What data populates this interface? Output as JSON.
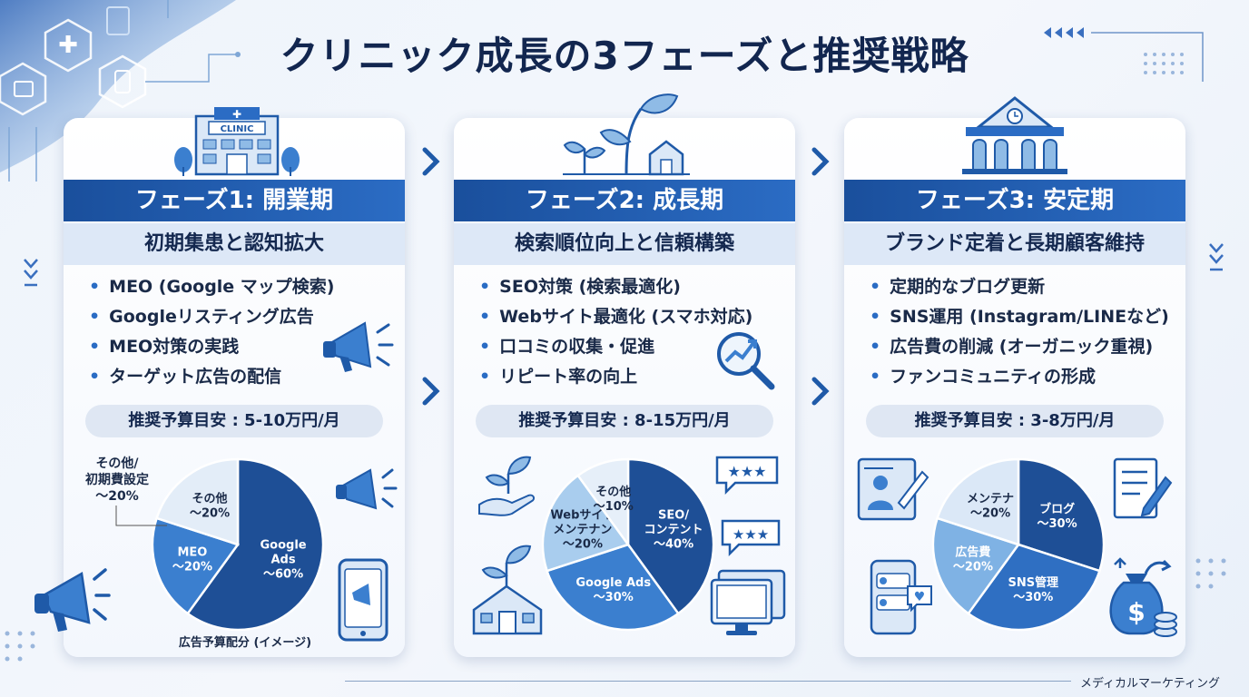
{
  "title": "クリニック成長の3フェーズと推奨戦略",
  "phases": [
    {
      "header": "フェーズ1: 開業期",
      "subtitle": "初期集患と認知拡大",
      "bullets": [
        "MEO (Google マップ検索)",
        "Googleリスティング広告",
        "MEO対策の実践",
        "ターゲット広告の配信"
      ],
      "budget": "推奨予算目安 : 5-10万円/月",
      "building_sign": "CLINIC"
    },
    {
      "header": "フェーズ2: 成長期",
      "subtitle": "検索順位向上と信頼構築",
      "bullets": [
        "SEO対策 (検索最適化)",
        "Webサイト最適化 (スマホ対応)",
        "口コミの収集・促進",
        "リピート率の向上"
      ],
      "budget": "推奨予算目安 : 8-15万円/月"
    },
    {
      "header": "フェーズ3: 安定期",
      "subtitle": "ブランド定着と長期顧客維持",
      "bullets": [
        "定期的なブログ更新",
        "SNS運用 (Instagram/LINEなど)",
        "広告費の削減 (オーガニック重視)",
        "ファンコミュニティの形成"
      ],
      "budget": "推奨予算目安 : 3-8万円/月"
    }
  ],
  "chart_data": [
    {
      "type": "pie",
      "slices": [
        {
          "label": [
            "Google",
            "Ads",
            "～60%"
          ],
          "value": 60,
          "color": "#1e4f96"
        },
        {
          "label": [
            "MEO",
            "～20%"
          ],
          "value": 20,
          "color": "#3b7fcf"
        },
        {
          "label": [
            "その他",
            "～20%"
          ],
          "value": 20,
          "color": "#e3edf8"
        }
      ],
      "external_label": [
        "その他/",
        "初期費設定",
        "～20%"
      ],
      "caption": "広告予算配分 (イメージ)"
    },
    {
      "type": "pie",
      "slices": [
        {
          "label": [
            "SEO/",
            "コンテント",
            "～40%"
          ],
          "value": 40,
          "color": "#1e4f96"
        },
        {
          "label": [
            "Google Ads",
            "～30%"
          ],
          "value": 30,
          "color": "#3b7fcf"
        },
        {
          "label": [
            "Webサイト",
            "メンテナン",
            "～20%"
          ],
          "value": 20,
          "color": "#a9cdee"
        },
        {
          "label": [
            "その他",
            "～10%"
          ],
          "value": 10,
          "color": "#e6eff9"
        }
      ]
    },
    {
      "type": "pie",
      "slices": [
        {
          "label": [
            "ブログ",
            "～30%"
          ],
          "value": 30,
          "color": "#1e4f96"
        },
        {
          "label": [
            "SNS管理",
            "～30%"
          ],
          "value": 30,
          "color": "#2f6fc2"
        },
        {
          "label": [
            "広告費",
            "～20%"
          ],
          "value": 20,
          "color": "#7fb2e4"
        },
        {
          "label": [
            "メンテナ",
            "～20%"
          ],
          "value": 20,
          "color": "#dbe8f7"
        }
      ]
    }
  ],
  "footer": "メディカルマーケティング",
  "colors": {
    "primary": "#1a4f9c",
    "accent": "#2b6cc4",
    "light": "#dde8f7"
  }
}
